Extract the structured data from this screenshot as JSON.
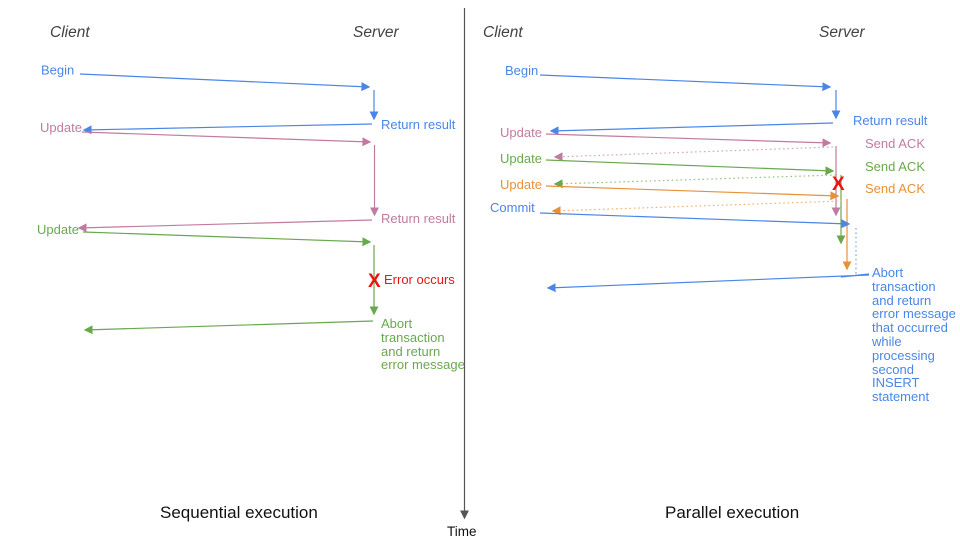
{
  "colors": {
    "blue": "#4a86e8",
    "blue_light": "#7da7f0",
    "pink": "#c27ba0",
    "pink_light": "#d5a6bd",
    "green": "#6aa84f",
    "green_light": "#93c47d",
    "orange": "#e69138",
    "orange_light": "#f3b26b",
    "red": "#ee1111",
    "axis": "#555555",
    "heading": "#434343",
    "caption": "#111111"
  },
  "time_axis": {
    "label": "Time"
  },
  "left_panel": {
    "caption": "Sequential execution",
    "client_label": "Client",
    "server_label": "Server",
    "messages": {
      "begin": "Begin",
      "return1": "Return result",
      "update1": "Update",
      "return2": "Return result",
      "update2": "Update",
      "error_x": "X",
      "error_text": "Error occurs",
      "abort_lines": [
        "Abort",
        "transaction",
        "and return",
        "error message"
      ]
    }
  },
  "right_panel": {
    "caption": "Parallel execution",
    "client_label": "Client",
    "server_label": "Server",
    "messages": {
      "begin": "Begin",
      "return1": "Return result",
      "update1": "Update",
      "ack1": "Send ACK",
      "update2": "Update",
      "ack2": "Send ACK",
      "update3": "Update",
      "ack3": "Send ACK",
      "commit": "Commit",
      "error_x": "X",
      "abort_lines": [
        "Abort",
        "transaction",
        "and return",
        "error message",
        "that occurred",
        "while",
        "processing",
        "second",
        "INSERT",
        "statement"
      ]
    }
  }
}
